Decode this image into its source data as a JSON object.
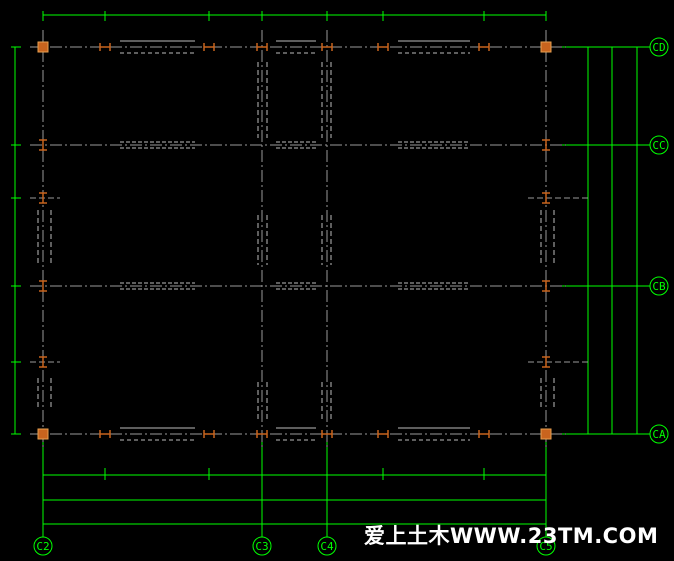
{
  "drawing": {
    "background": "#000000",
    "colors": {
      "dimension": "#00ff00",
      "grid": "#9a9a9a",
      "column": "#c8641e",
      "beam": "#bdbdbd"
    },
    "axes_bottom": [
      {
        "id": "C2",
        "label": "C2"
      },
      {
        "id": "C3",
        "label": "C3"
      },
      {
        "id": "C4",
        "label": "C4"
      },
      {
        "id": "C5",
        "label": "C5"
      }
    ],
    "axes_right": [
      {
        "id": "CD",
        "label": "CD"
      },
      {
        "id": "CC",
        "label": "CC"
      },
      {
        "id": "CB",
        "label": "CB"
      },
      {
        "id": "CA",
        "label": "CA"
      }
    ]
  },
  "watermark": {
    "text": "爱上土木WWW.23TM.COM"
  }
}
